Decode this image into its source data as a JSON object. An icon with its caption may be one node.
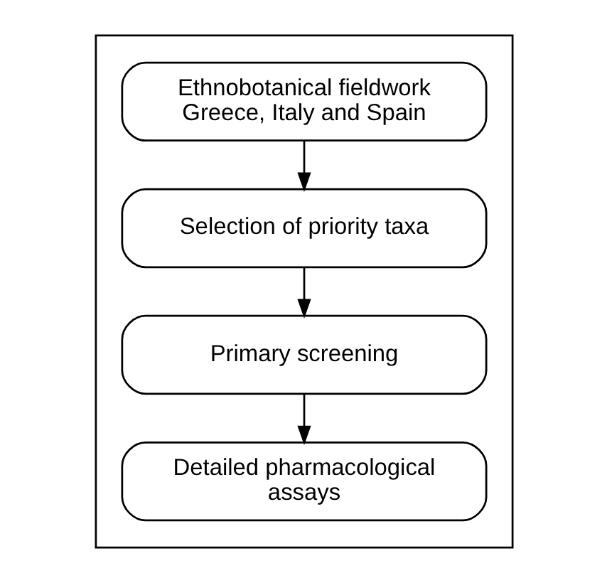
{
  "diagram": {
    "nodes": [
      {
        "text": [],
        "shape": "box"
      },
      {
        "text": [
          "Ethnobotanical fieldwork Greece, Italy and Spain"
        ],
        "in": 0
      },
      {
        "text": [
          "Selection of priority taxa"
        ],
        "in": 0
      },
      {
        "text": [
          "Primary screening"
        ],
        "in": 0
      },
      {
        "text": [
          "Detailed pharmacological assays"
        ],
        "in": 0
      }
    ],
    "edges": [
      {
        "from": 1,
        "to": 2,
        "arrow": "to"
      },
      {
        "from": 2,
        "to": 3,
        "arrow": "to"
      },
      {
        "from": 3,
        "to": 4,
        "arrow": "to"
      }
    ]
  }
}
